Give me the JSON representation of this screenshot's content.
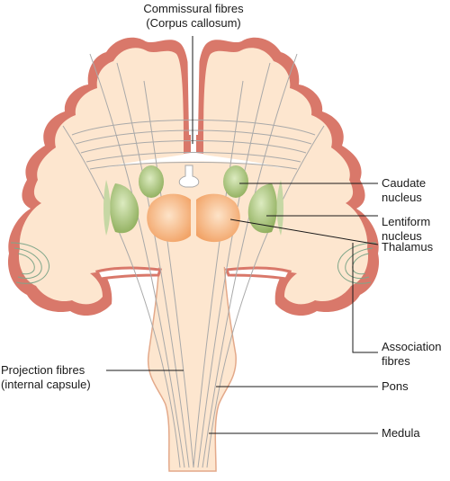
{
  "diagram": {
    "labels": {
      "commissural_1": "Commissural fibres",
      "commissural_2": "(Corpus callosum)",
      "caudate_1": "Caudate",
      "caudate_2": "nucleus",
      "lentiform_1": "Lentiform",
      "lentiform_2": "nucleus",
      "thalamus": "Thalamus",
      "association_1": "Association",
      "association_2": "fibres",
      "projection_1": "Projection fibres",
      "projection_2": "(internal capsule)",
      "pons": "Pons",
      "medula": "Medula"
    },
    "colors": {
      "cortex": "#d9786a",
      "white_matter": "#fde6cf",
      "basal_ganglia": "#9dbb6a",
      "thalamus": "#f5b27c",
      "fibres": "#a9a9a9",
      "leader_lines": "#1a1a1a"
    }
  }
}
